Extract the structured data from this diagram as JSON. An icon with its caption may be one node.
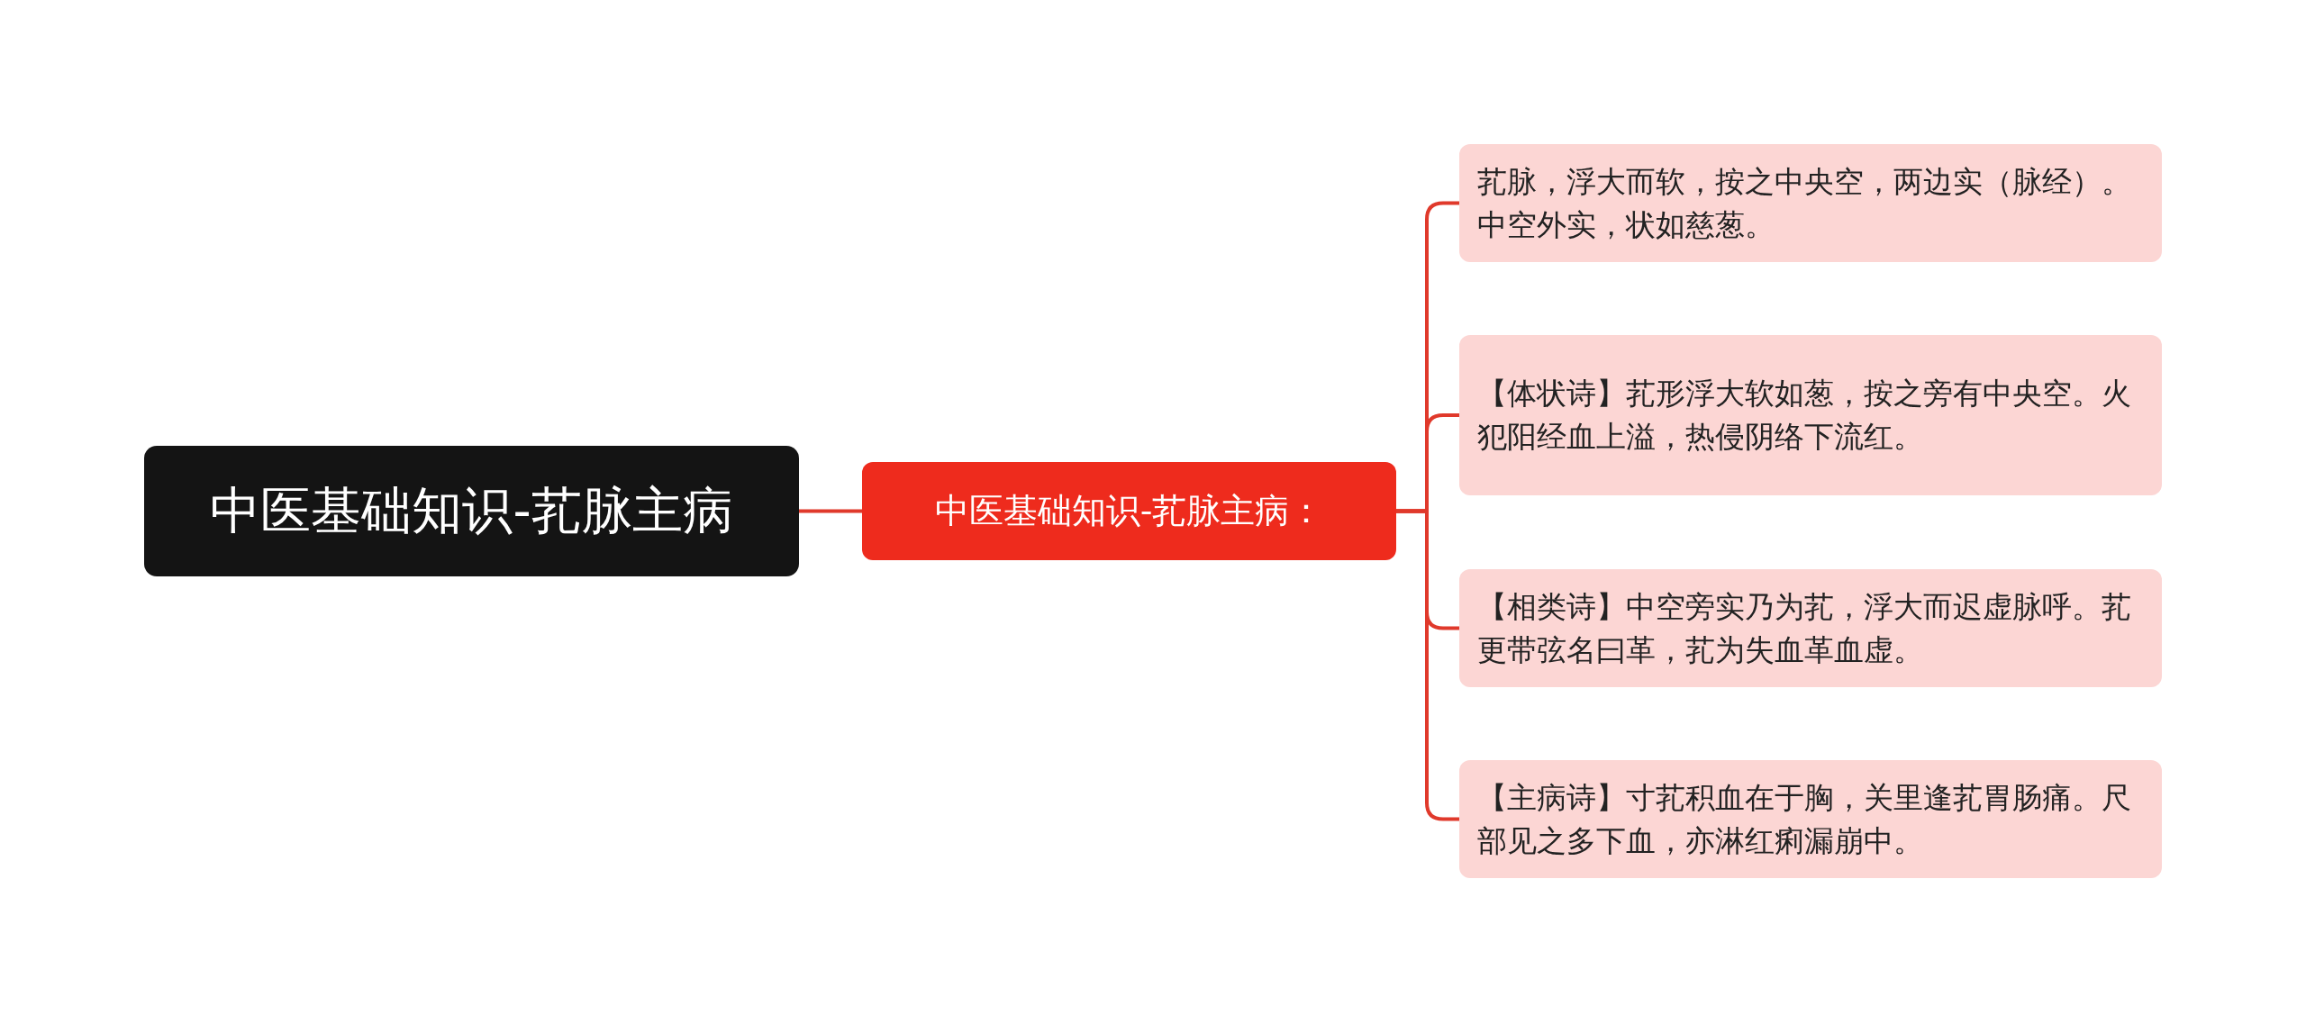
{
  "diagram": {
    "nodes": [
      {
        "text": [
          "中医基础知识-芤脉主病"
        ]
      },
      {
        "text": [
          "中医基础知识-芤脉主病："
        ]
      },
      {
        "text": [
          "芤脉，浮大而软，按之中央空，两边实（脉经）。中空外实，状如慈葱。"
        ]
      },
      {
        "text": [
          "【体状诗】芤形浮大软如葱，按之旁有中央空。火犯阳经血上溢，热侵阴络下流红。"
        ]
      },
      {
        "text": [
          "【相类诗】中空旁实乃为芤，浮大而迟虚脉呼。芤更带弦名曰革，芤为失血革血虚。"
        ]
      },
      {
        "text": [
          "【主病诗】寸芤积血在于胸，关里逢芤胃肠痛。尺部见之多下血，亦淋红痢漏崩中。"
        ]
      }
    ],
    "edges": [
      {
        "from": 0,
        "to": 1,
        "arrow": "none"
      },
      {
        "from": 1,
        "to": 2,
        "arrow": "none"
      },
      {
        "from": 1,
        "to": 3,
        "arrow": "none"
      },
      {
        "from": 1,
        "to": 4,
        "arrow": "none"
      },
      {
        "from": 1,
        "to": 5,
        "arrow": "none"
      }
    ]
  }
}
